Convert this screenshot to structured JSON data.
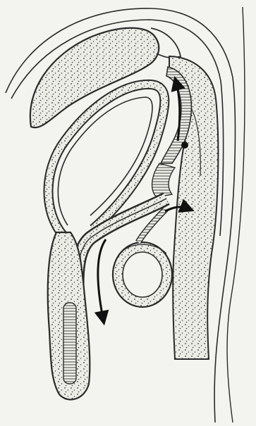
{
  "figure": {
    "style": "pen-and-ink anatomical sectional drawing",
    "colors": {
      "paper": "#f3f3ef",
      "ink": "#2a2a2a",
      "stipple_fill": "#e6e6e0"
    },
    "markers": [
      "arrow",
      "arrow",
      "arrow",
      "dot"
    ]
  }
}
